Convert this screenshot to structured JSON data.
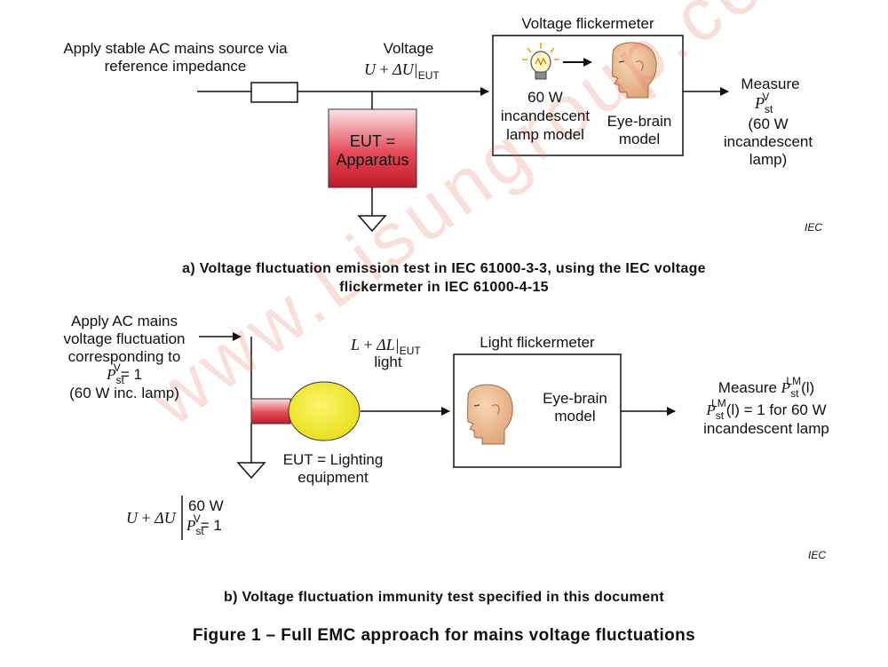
{
  "diagram_a": {
    "source_label": "Apply stable AC mains source via reference impedance",
    "voltage_label": "Voltage",
    "voltage_formula": {
      "prefix": "U",
      "middle": " + ",
      "delta": "ΔU",
      "sub": "EUT"
    },
    "eut_label_line1": "EUT =",
    "eut_label_line2": "Apparatus",
    "flickermeter_title": "Voltage flickermeter",
    "lamp_model_label": "60 W incandescent lamp model",
    "eye_brain_label": "Eye-brain model",
    "measure_label": "Measure",
    "measure_symbol": {
      "base": "P",
      "sub": "st",
      "sup": "V"
    },
    "measure_note": "(60 W incandescent lamp)",
    "iec": "IEC",
    "caption_line1": "a) Voltage fluctuation emission test in IEC 61000-3-3, using the IEC voltage",
    "caption_line2": "flickermeter in IEC 61000-4-15"
  },
  "diagram_b": {
    "source_line1": "Apply AC mains",
    "source_line2": "voltage fluctuation",
    "source_line3": "corresponding to",
    "source_symbol": {
      "base": "P",
      "sub": "st",
      "sup": "V",
      "value": "= 1"
    },
    "source_line5": "(60 W inc. lamp)",
    "light_formula": {
      "prefix": "L",
      "middle": " + ",
      "delta": "ΔL",
      "sub": "EUT"
    },
    "light_label": "light",
    "eut_label_line1": "EUT = Lighting",
    "eut_label_line2": "equipment",
    "flickermeter_title": "Light flickermeter",
    "eye_brain_label": "Eye-brain model",
    "measure_prefix": "Measure",
    "measure_symbol": {
      "base": "P",
      "sub": "st",
      "sup": "LM",
      "arg": "(l)"
    },
    "measure_eq_tail": "(l) = 1 for 60 W",
    "measure_line3": "incandescent lamp",
    "bottom_formula": {
      "prefix": "U",
      "middle": " + ",
      "delta": "ΔU"
    },
    "bottom_line1": "60 W",
    "bottom_symbol": {
      "base": "P",
      "sub": "st",
      "sup": "V",
      "value": "= 1"
    },
    "iec": "IEC",
    "caption": "b) Voltage fluctuation immunity test specified in this document"
  },
  "figure_title": "Figure 1 – Full EMC approach for mains voltage fluctuations",
  "watermark": "www.Lisungroup.com",
  "colors": {
    "eut_red": "#d62b3a",
    "lamp_yellow": "#f2ea1e",
    "face_skin": "#f2c49a",
    "watermark": "#e16e50"
  }
}
